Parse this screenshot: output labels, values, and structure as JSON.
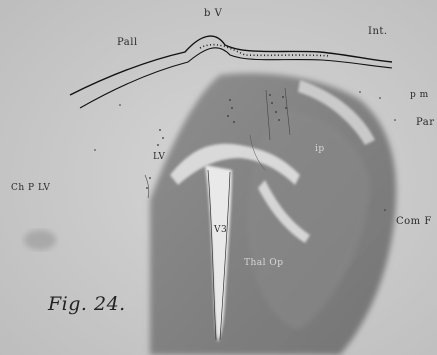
{
  "figure": {
    "caption": "Fig. 24.",
    "labels": {
      "bv": "b V",
      "pall": "Pall",
      "int": "Int.",
      "pm": "p m",
      "par": "Par",
      "lv": "LV",
      "chplv": "Ch P LV",
      "comf": "Com F",
      "v3": "V3",
      "thalop": "Thal Op",
      "ip": "ip"
    }
  }
}
